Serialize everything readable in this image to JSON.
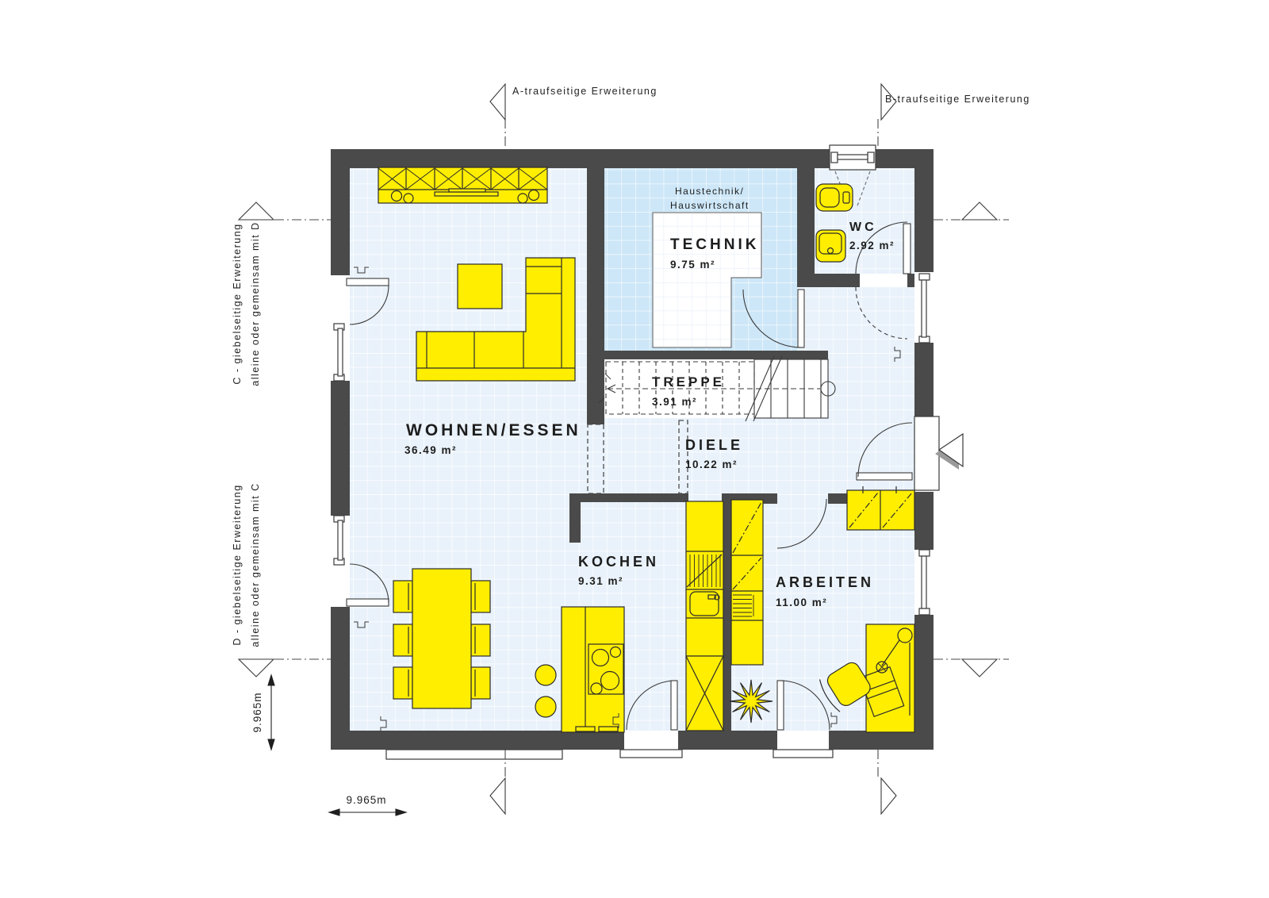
{
  "annotations": {
    "a": "A-traufseitige Erweiterung",
    "b": "B-traufseitige Erweiterung",
    "c1": "C - giebelseitige Erweiterung",
    "c2": "alleine oder gemeinsam mit D",
    "d1": "D - giebelseitige Erweiterung",
    "d2": "alleine oder gemeinsam mit C"
  },
  "dimensions": {
    "vertical": "9.965m",
    "horizontal": "9.965m"
  },
  "rooms": {
    "wohnen_essen": {
      "name": "WOHNEN/ESSEN",
      "area": "36.49 m²"
    },
    "technik": {
      "name": "TECHNIK",
      "area": "9.75 m²",
      "subtitle1": "Haustechnik/",
      "subtitle2": "Hauswirtschaft"
    },
    "wc": {
      "name": "WC",
      "area": "2.92 m²"
    },
    "treppe": {
      "name": "TREPPE",
      "area": "3.91 m²"
    },
    "diele": {
      "name": "DIELE",
      "area": "10.22 m²"
    },
    "kochen": {
      "name": "KOCHEN",
      "area": "9.31 m²"
    },
    "arbeiten": {
      "name": "ARBEITEN",
      "area": "11.00 m²"
    }
  },
  "colors": {
    "wall": "#4a4a4a",
    "floor": "#e9f2fb",
    "technik_floor": "#cde7f8",
    "furniture": "#ffee00",
    "line": "#3a3a3a"
  }
}
